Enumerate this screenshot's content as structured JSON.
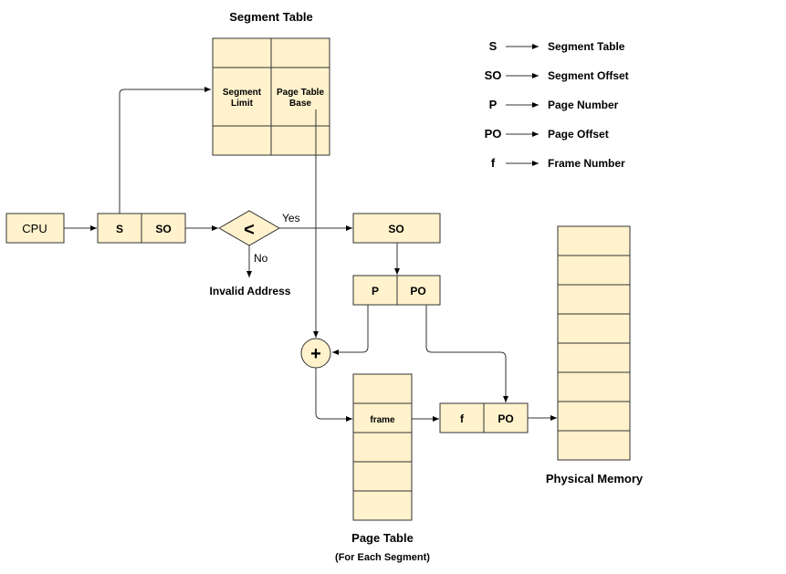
{
  "segment_table": {
    "title": "Segment Table",
    "col1_label_line1": "Segment",
    "col1_label_line2": "Limit",
    "col2_label_line1": "Page Table",
    "col2_label_line2": "Base"
  },
  "legend": [
    {
      "symbol": "S",
      "meaning": "Segment Table"
    },
    {
      "symbol": "SO",
      "meaning": "Segment Offset"
    },
    {
      "symbol": "P",
      "meaning": "Page Number"
    },
    {
      "symbol": "PO",
      "meaning": "Page Offset"
    },
    {
      "symbol": "f",
      "meaning": "Frame Number"
    }
  ],
  "cpu": {
    "label": "CPU"
  },
  "logical_address": {
    "s": "S",
    "so": "SO"
  },
  "comparator": {
    "symbol": "<",
    "yes_label": "Yes",
    "no_label": "No",
    "invalid_label": "Invalid Address"
  },
  "so_box": {
    "label": "SO"
  },
  "page_split": {
    "p": "P",
    "po": "PO"
  },
  "adder": {
    "symbol": "+"
  },
  "page_table": {
    "row_label": "frame",
    "title": "Page Table",
    "subtitle": "(For Each Segment)"
  },
  "physical_address": {
    "f": "f",
    "po": "PO"
  },
  "physical_memory": {
    "title": "Physical Memory"
  }
}
